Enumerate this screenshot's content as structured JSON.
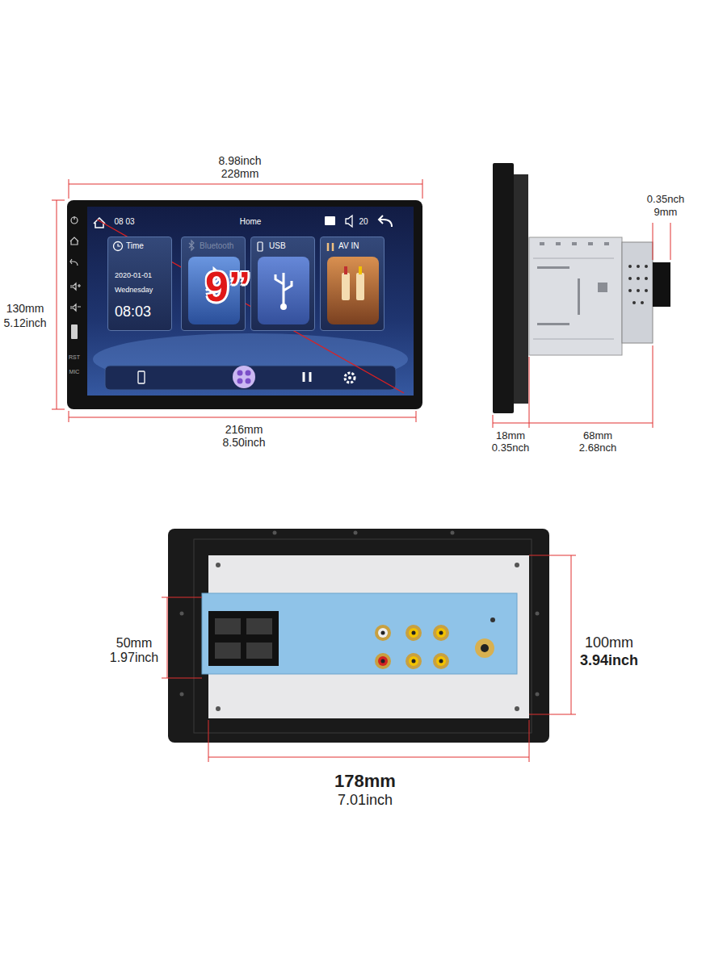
{
  "diagram": {
    "nodes": [
      {
        "text": [
          "Time",
          "2020-01-01",
          "Wednesday",
          "08:03"
        ]
      },
      {
        "text": [
          "Bluetooth"
        ]
      },
      {
        "text": [
          "USB"
        ]
      },
      {
        "text": [
          "AV IN"
        ]
      }
    ],
    "labels": [
      "8.98inch",
      "228mm",
      "130mm",
      "5.12inch",
      "216mm",
      "8.50inch",
      "08 03",
      "Home",
      "20",
      "RST",
      "MIC",
      "9’’",
      "0.35nch",
      "9mm",
      "18mm",
      "0.35nch",
      "68mm",
      "2.68nch",
      "50mm",
      "1.97inch",
      "100mm",
      "3.94inch",
      "178mm",
      "7.01inch"
    ]
  }
}
